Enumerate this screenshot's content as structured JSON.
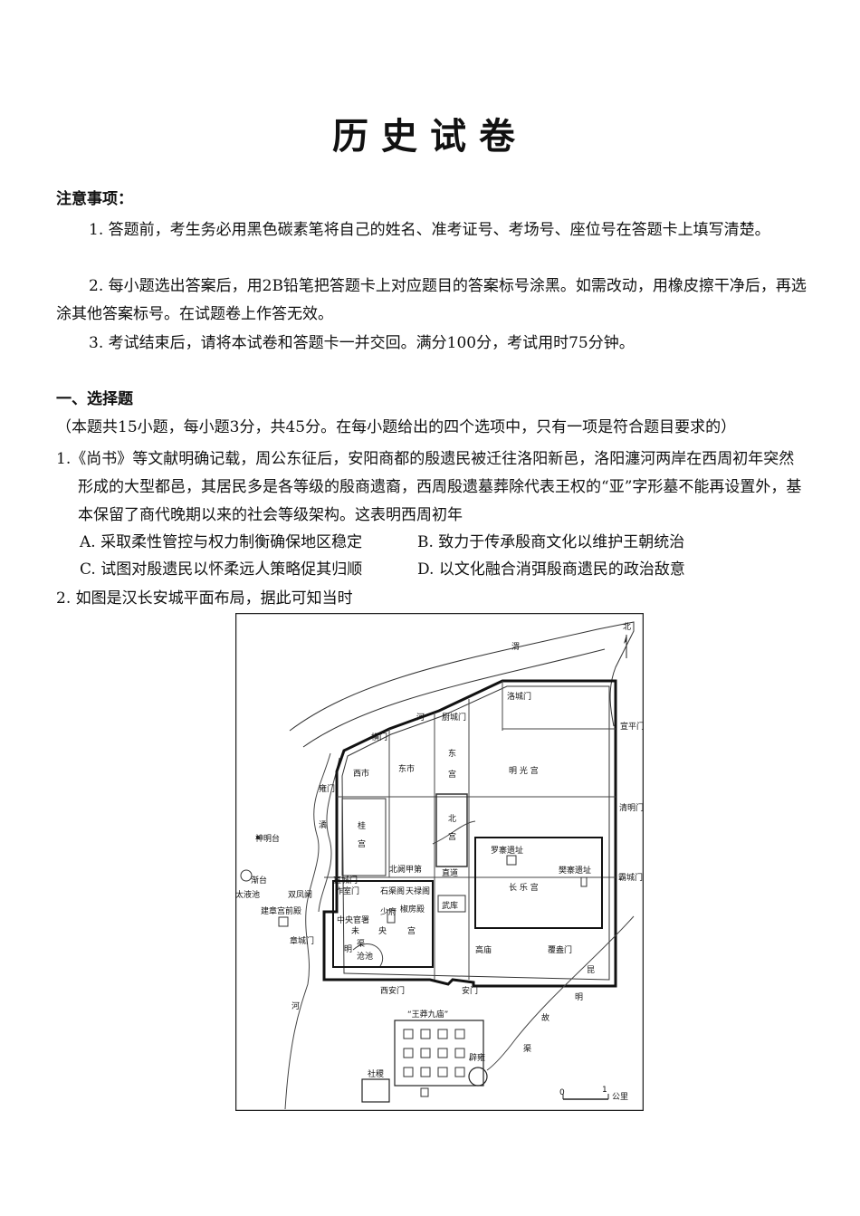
{
  "title": "历史试卷",
  "notice": {
    "heading": "注意事项：",
    "items": [
      "1. 答题前，考生务必用黑色碳素笔将自己的姓名、准考证号、考场号、座位号在答题卡上填写清楚。",
      "2. 每小题选出答案后，用2B铅笔把答题卡上对应题目的答案标号涂黑。如需改动，用橡皮擦干净后，再选涂其他答案标号。在试题卷上作答无效。",
      "3. 考试结束后，请将本试卷和答题卡一并交回。满分100分，考试用时75分钟。"
    ]
  },
  "section": {
    "label": "一、选择题",
    "desc": "（本题共15小题，每小题3分，共45分。在每小题给出的四个选项中，只有一项是符合题目要求的）"
  },
  "q1": {
    "stem": "1.《尚书》等文献明确记载，周公东征后，安阳商都的殷遗民被迁往洛阳新邑，洛阳瀍河两岸在西周初年突然形成的大型都邑，其居民多是各等级的殷商遗裔，西周殷遗墓葬除代表王权的“亚”字形墓不能再设置外，基本保留了商代晚期以来的社会等级架构。这表明西周初年",
    "options": {
      "A": "A. 采取柔性管控与权力制衡确保地区稳定",
      "B": "B. 致力于传承殷商文化以维护王朝统治",
      "C": "C. 试图对殷遗民以怀柔远人策略促其归顺",
      "D": "D. 以文化融合消弭殷商遗民的政治敌意"
    }
  },
  "q2": {
    "stem": "2. 如图是汉长安城平面布局，据此可知当时"
  },
  "map": {
    "north": "北",
    "scale": "公里",
    "scale_0": "0",
    "scale_1": "1",
    "labels": {
      "wei1": "渭",
      "wei2": "河",
      "xiecheng": "厨城门",
      "luocheng": "洛城门",
      "xuanping": "宣平门",
      "heng": "横门",
      "xishi": "西市",
      "dongshi": "东市",
      "donggong1": "东",
      "donggong2": "宫",
      "mingguang": "明 光 宫",
      "yong": "雍门",
      "qingming": "清明门",
      "shenming": "神明台",
      "jue1": "潏",
      "gui1": "桂",
      "gui2": "宫",
      "bei1": "北",
      "bei2": "宫",
      "luozhai": "罗寨遗址",
      "fanzhai": "樊寨遗址",
      "beique": "北阙甲第",
      "zhidao": "直道",
      "ba": "霸城门",
      "jiantai": "渐台",
      "taiye": "太液池",
      "shuangfeng": "双凤阙",
      "jianzhang": "建章宫前殿",
      "zhicheng": "直城门",
      "zuoshi": "作室门",
      "shiqu": "石渠阁",
      "tianlu": "天禄阁",
      "changle": "长 乐 宫",
      "zhongyang": "中央官署",
      "shao": "少府",
      "jiaofang": "椒房殿",
      "wu": "武库",
      "wei_": "未",
      "yang_": "央",
      "gong_": "宫",
      "ming_": "明",
      "qu_": "渠",
      "cang": "沧池",
      "zhang": "章城门",
      "gaomiao": "高庙",
      "fuang": "覆盎门",
      "xian": "西安门",
      "an": "安门",
      "kun1": "昆",
      "kun2": "明",
      "kun3": "故",
      "kun4": "渠",
      "jue2": "河",
      "wangmang": "“王莽九庙”",
      "biyong": "辟雍",
      "sheji": "社稷"
    }
  }
}
